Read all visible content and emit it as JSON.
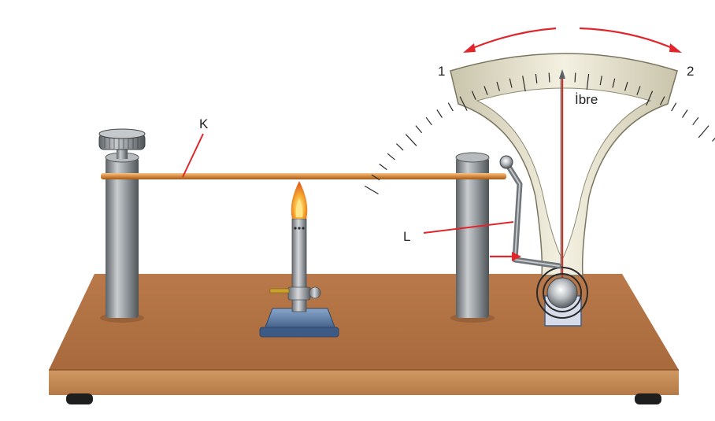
{
  "labels": {
    "rod": "K",
    "lever": "L",
    "needle": "İbre",
    "scale_left": "1",
    "scale_right": "2"
  },
  "colors": {
    "rod": "#d98b3c",
    "arrow": "#e0262b",
    "table_top": "#b97a48",
    "table_front": "#c98d5c",
    "pillar": "#8d9296",
    "gauge_face": "#ede9d6",
    "burner_base": "#4f6f9a",
    "flame": "#f5a623"
  }
}
